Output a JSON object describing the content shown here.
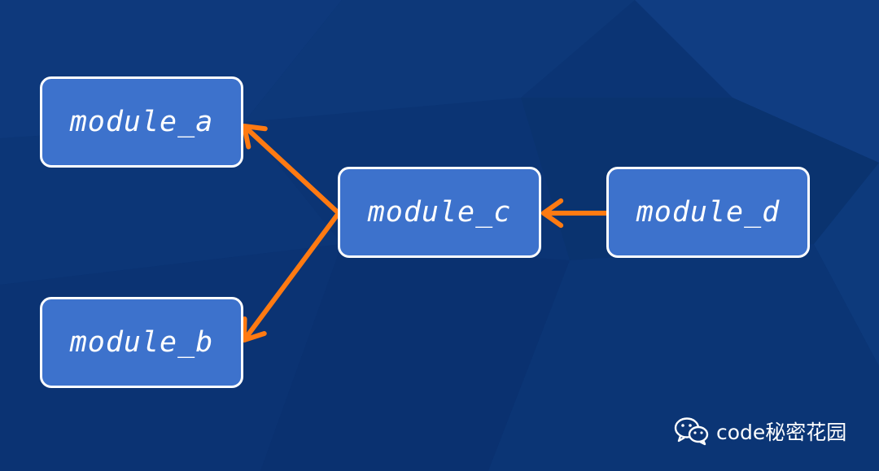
{
  "colors": {
    "background": "#0b3474",
    "node_fill": "#3d72cc",
    "node_border": "#ffffff",
    "arrow": "#ff7a12",
    "text": "#ffffff"
  },
  "nodes": [
    {
      "id": "module_a",
      "label": "module_a"
    },
    {
      "id": "module_b",
      "label": "module_b"
    },
    {
      "id": "module_c",
      "label": "module_c"
    },
    {
      "id": "module_d",
      "label": "module_d"
    }
  ],
  "edges": [
    {
      "from": "module_c",
      "to": "module_a"
    },
    {
      "from": "module_c",
      "to": "module_b"
    },
    {
      "from": "module_d",
      "to": "module_c"
    }
  ],
  "watermark": {
    "icon": "wechat-icon",
    "text": "code秘密花园"
  }
}
